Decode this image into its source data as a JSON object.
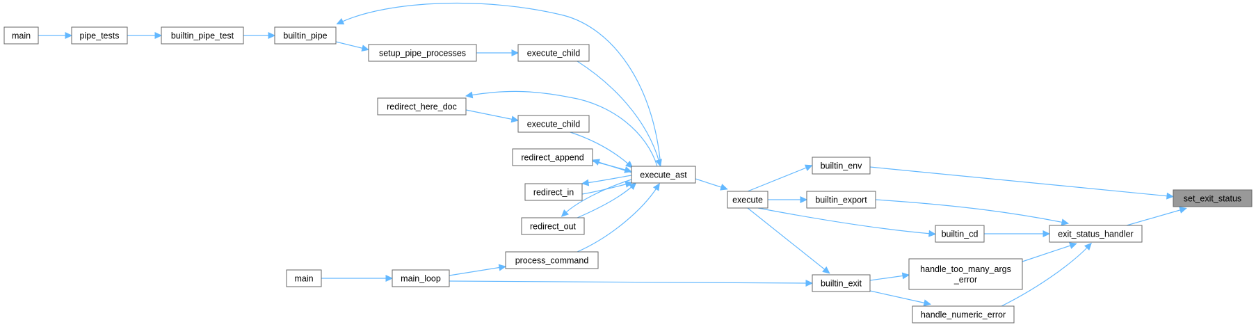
{
  "graph": {
    "nodes": [
      {
        "id": "main1",
        "label": "main"
      },
      {
        "id": "pipe_tests",
        "label": "pipe_tests"
      },
      {
        "id": "builtin_pipe_test",
        "label": "builtin_pipe_test"
      },
      {
        "id": "builtin_pipe",
        "label": "builtin_pipe"
      },
      {
        "id": "setup_pipe_processes",
        "label": "setup_pipe_processes"
      },
      {
        "id": "execute_child1",
        "label": "execute_child"
      },
      {
        "id": "redirect_here_doc",
        "label": "redirect_here_doc"
      },
      {
        "id": "execute_child2",
        "label": "execute_child"
      },
      {
        "id": "redirect_append",
        "label": "redirect_append"
      },
      {
        "id": "execute_ast",
        "label": "execute_ast"
      },
      {
        "id": "redirect_in",
        "label": "redirect_in"
      },
      {
        "id": "redirect_out",
        "label": "redirect_out"
      },
      {
        "id": "process_command",
        "label": "process_command"
      },
      {
        "id": "main2",
        "label": "main"
      },
      {
        "id": "main_loop",
        "label": "main_loop"
      },
      {
        "id": "execute",
        "label": "execute"
      },
      {
        "id": "builtin_env",
        "label": "builtin_env"
      },
      {
        "id": "builtin_export",
        "label": "builtin_export"
      },
      {
        "id": "builtin_cd",
        "label": "builtin_cd"
      },
      {
        "id": "builtin_exit",
        "label": "builtin_exit"
      },
      {
        "id": "handle_too_many_args_error",
        "label": "handle_too_many_args\n_error"
      },
      {
        "id": "handle_numeric_error",
        "label": "handle_numeric_error"
      },
      {
        "id": "exit_status_handler",
        "label": "exit_status_handler"
      },
      {
        "id": "set_exit_status",
        "label": "set_exit_status",
        "highlight": true
      }
    ],
    "edges": [
      {
        "from": "main1",
        "to": "pipe_tests"
      },
      {
        "from": "pipe_tests",
        "to": "builtin_pipe_test"
      },
      {
        "from": "builtin_pipe_test",
        "to": "builtin_pipe"
      },
      {
        "from": "builtin_pipe",
        "to": "setup_pipe_processes"
      },
      {
        "from": "setup_pipe_processes",
        "to": "execute_child1"
      },
      {
        "from": "execute_child1",
        "to": "execute_ast"
      },
      {
        "from": "execute_ast",
        "to": "builtin_pipe"
      },
      {
        "from": "execute_ast",
        "to": "redirect_here_doc"
      },
      {
        "from": "redirect_here_doc",
        "to": "execute_child2"
      },
      {
        "from": "execute_child2",
        "to": "execute_ast"
      },
      {
        "from": "execute_ast",
        "to": "redirect_append"
      },
      {
        "from": "redirect_append",
        "to": "execute_ast"
      },
      {
        "from": "execute_ast",
        "to": "redirect_in"
      },
      {
        "from": "redirect_in",
        "to": "execute_ast"
      },
      {
        "from": "execute_ast",
        "to": "redirect_out"
      },
      {
        "from": "redirect_out",
        "to": "execute_ast"
      },
      {
        "from": "process_command",
        "to": "execute_ast"
      },
      {
        "from": "main_loop",
        "to": "process_command"
      },
      {
        "from": "main2",
        "to": "main_loop"
      },
      {
        "from": "execute_ast",
        "to": "execute"
      },
      {
        "from": "execute",
        "to": "builtin_env"
      },
      {
        "from": "execute",
        "to": "builtin_export"
      },
      {
        "from": "execute",
        "to": "builtin_cd"
      },
      {
        "from": "execute",
        "to": "builtin_exit"
      },
      {
        "from": "main_loop",
        "to": "builtin_exit"
      },
      {
        "from": "builtin_exit",
        "to": "handle_too_many_args_error"
      },
      {
        "from": "builtin_exit",
        "to": "handle_numeric_error"
      },
      {
        "from": "builtin_cd",
        "to": "exit_status_handler"
      },
      {
        "from": "builtin_export",
        "to": "exit_status_handler"
      },
      {
        "from": "handle_too_many_args_error",
        "to": "exit_status_handler"
      },
      {
        "from": "handle_numeric_error",
        "to": "exit_status_handler"
      },
      {
        "from": "builtin_env",
        "to": "set_exit_status"
      },
      {
        "from": "exit_status_handler",
        "to": "set_exit_status"
      }
    ]
  }
}
